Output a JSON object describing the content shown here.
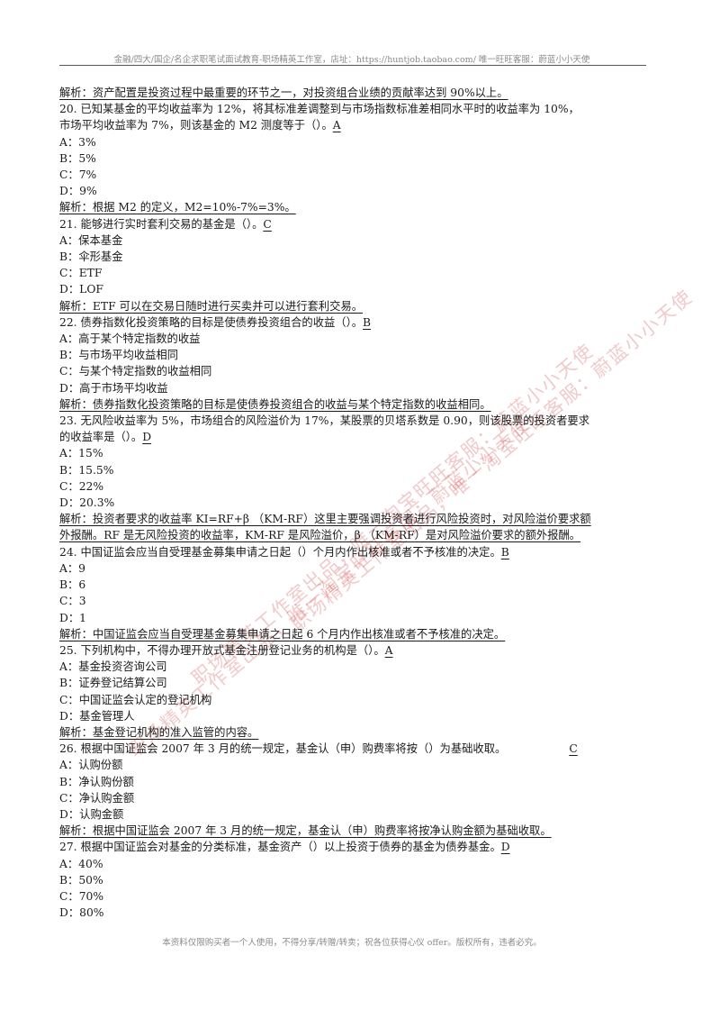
{
  "header": {
    "text": "金融/四大/国企/名企求职笔试面试教育-职场精英工作室，店址：https://huntjob.taobao.com/  唯一旺旺客服：蔚蓝小小天使"
  },
  "watermark": {
    "text": "职场精英工作室出品，唯一淘宝旺旺客服：蔚蓝小小天使"
  },
  "questions": [
    {
      "prev_analysis": "解析：资产配置是投资过程中最重要的环节之一，对投资组合业绩的贡献率达到 90%以上。"
    },
    {
      "stem_1": "20.  已知某基金的平均收益率为 12%，将其标准差调整到与市场指数标准差相同水平时的收益率为 10%，",
      "stem_2": "市场平均收益率为 7%，则该基金的 M2 测度等于（）。",
      "answer": "A",
      "options": [
        "A：3%",
        "B：5%",
        "C：7%",
        "D：9%"
      ],
      "analysis": "解析：根据 M2 的定义，M2=10%-7%=3%。"
    },
    {
      "stem": "21.  能够进行实时套利交易的基金是（）。",
      "answer": "C",
      "options": [
        "A：保本基金",
        "B：伞形基金",
        "C：ETF",
        "D：LOF"
      ],
      "analysis": "解析：ETF 可以在交易日随时进行买卖并可以进行套利交易。"
    },
    {
      "stem": "22.  债券指数化投资策略的目标是使债券投资组合的收益（）。",
      "answer": "B",
      "options": [
        "A：高于某个特定指数的收益",
        "B：与市场平均收益相同",
        "C：与某个特定指数的收益相同",
        "D：高于市场平均收益"
      ],
      "analysis": "解析：债券指数化投资策略的目标是使债券投资组合的收益与某个特定指数的收益相同。"
    },
    {
      "stem_1": "23.  无风险收益率为 5%，市场组合的风险溢价为 17%，某股票的贝塔系数是 0.90，则该股票的投资者要求",
      "stem_2": "的收益率是（）。",
      "answer": "D",
      "options": [
        "A：15%",
        "B：15.5%",
        "C：22%",
        "D：20.3%"
      ],
      "analysis_1": "解析：投资者要求的收益率 KI=RF+β （KM-RF）这里主要强调投资者进行风险投资时，对风险溢价要求额",
      "analysis_2": "外报酬。RF 是无风险投资的收益率，KM-RF 是风险溢价，β （KM-RF）是对风险溢价要求的额外报酬。"
    },
    {
      "stem": "24.  中国证监会应当自受理基金募集申请之日起（）个月内作出核准或者不予核准的决定。",
      "answer": "B",
      "options": [
        "A：9",
        "B：6",
        "C：3",
        "D：1"
      ],
      "analysis": "解析：中国证监会应当自受理基金募集申请之日起 6 个月内作出核准或者不予核准的决定。"
    },
    {
      "stem": "25.  下列机构中，不得办理开放式基金注册登记业务的机构是（）。",
      "answer": "A",
      "options": [
        "A：基金投资咨询公司",
        "B：证券登记结算公司",
        "C：中国证监会认定的登记机构",
        "D：基金管理人"
      ],
      "analysis": "解析：基金登记机构的准入监管的内容。"
    },
    {
      "stem": "26.  根据中国证监会 2007 年 3 月的统一规定，基金认（申）购费率将按（）为基础收取。",
      "answer": "C",
      "options": [
        "A：认购份额",
        "B：净认购份额",
        "C：净认购金额",
        "D：认购金额"
      ],
      "analysis": "解析：根据中国证监会 2007 年 3 月的统一规定，基金认（申）购费率将按净认购金额为基础收取。"
    },
    {
      "stem": "27.  根据中国证监会对基金的分类标准，基金资产（）以上投资于债券的基金为债券基金。",
      "answer": "D",
      "options": [
        "A：40%",
        "B：50%",
        "C：70%",
        "D：80%"
      ]
    }
  ],
  "footer": {
    "text": "本资料仅限购买者一个人使用，不得分享/转赠/转卖；祝各位获得心仪 offer。版权所有，违者必究。"
  }
}
